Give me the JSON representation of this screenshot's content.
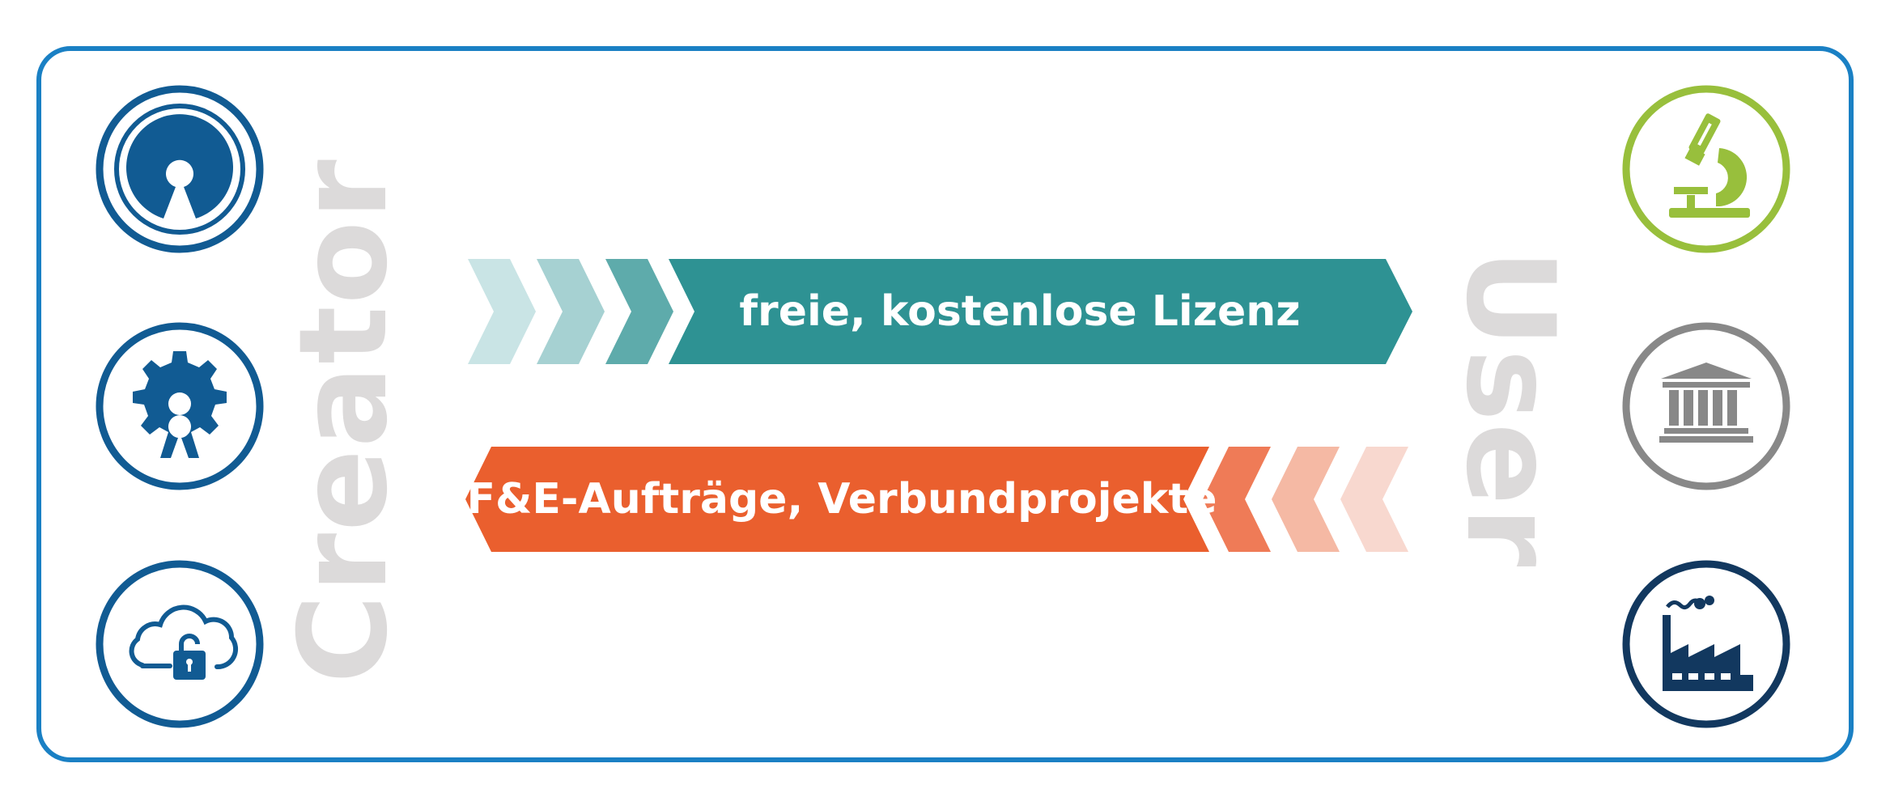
{
  "creator_label": "Creator",
  "user_label": "User",
  "top_arrow": {
    "label": "freie, kostenlose Lizenz",
    "color": "#2e9293",
    "chevron_colors": [
      "#c9e4e5",
      "#a6d1d2",
      "#5eabab"
    ]
  },
  "bottom_arrow": {
    "label": "F&E-Aufträge, Verbundprojekte",
    "color": "#ea5f2e",
    "chevron_colors": [
      "#ef7b57",
      "#f5b9a4",
      "#f8d8cf"
    ]
  },
  "creator_icons": [
    {
      "icon": "open-source-icon",
      "color": "#115b93"
    },
    {
      "icon": "gear-icon",
      "color": "#115b93"
    },
    {
      "icon": "cloud-lock-icon",
      "color": "#115b93"
    }
  ],
  "user_icons": [
    {
      "icon": "microscope-icon",
      "color": "#98bf3c"
    },
    {
      "icon": "institution-icon",
      "color": "#888888"
    },
    {
      "icon": "factory-icon",
      "color": "#12385f"
    }
  ],
  "frame_color": "#1a80c4"
}
